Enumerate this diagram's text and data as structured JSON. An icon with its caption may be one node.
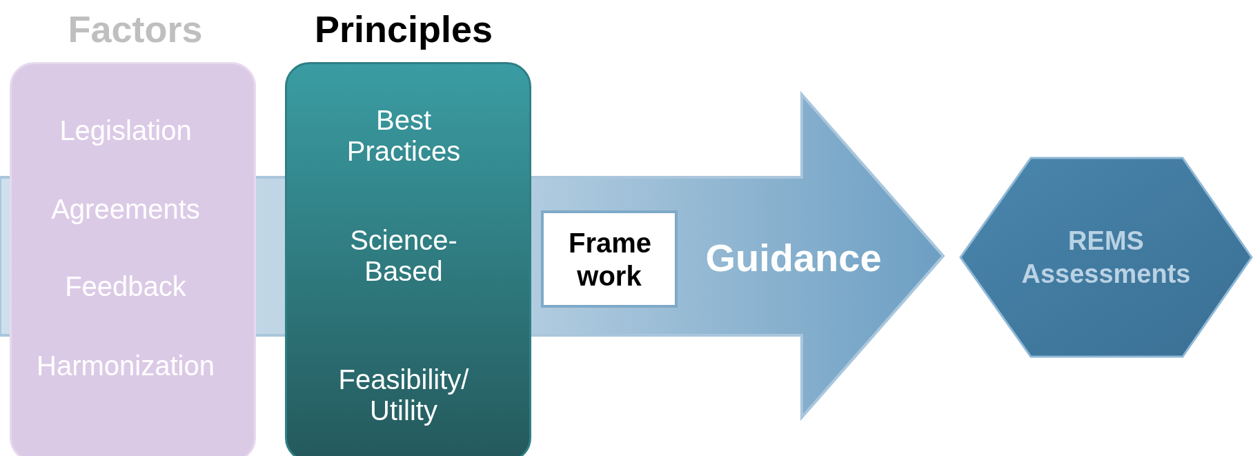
{
  "diagram": {
    "nodes": [
      {
        "text": [
          "Factors",
          "Legislation",
          "Agreements",
          "Feedback",
          "Harmonization"
        ]
      },
      {
        "text": [
          "Principles",
          "Best Practices",
          "Science-Based",
          "Feasibility/ Utility"
        ]
      },
      {
        "text": [
          "Guidance"
        ]
      },
      {
        "text": [
          "Frame work"
        ],
        "in": 2
      },
      {
        "text": [
          "REMS Assessments"
        ]
      }
    ]
  }
}
